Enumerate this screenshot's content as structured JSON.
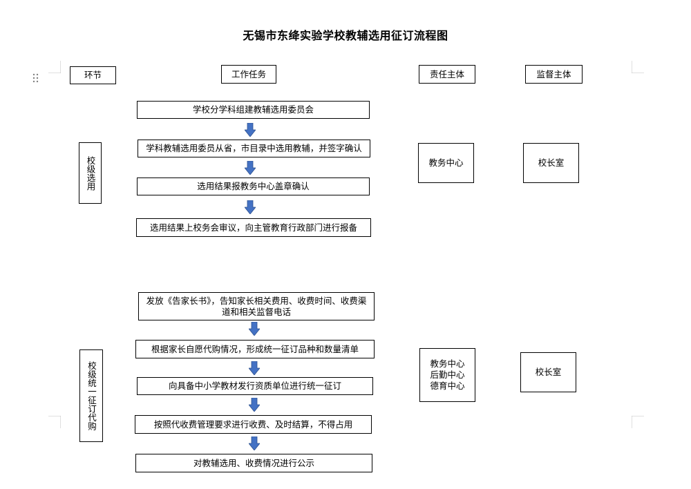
{
  "title": "无锡市东绛实验学校教辅选用征订流程图",
  "headers": {
    "stage": "环节",
    "task": "工作任务",
    "responsible": "责任主体",
    "supervisor": "监督主体"
  },
  "section1": {
    "label": "校级选用",
    "steps": [
      "学校分学科组建教辅选用委员会",
      "学科教辅选用委员从省，市目录中选用教辅，并签字确认",
      "选用结果报教务中心盖章确认",
      "选用结果上校务会审议，向主管教育行政部门进行报备"
    ],
    "responsible": "教务中心",
    "supervisor": "校长室"
  },
  "section2": {
    "label": "校级统一征订代购",
    "steps": [
      "发放《告家长书》，告知家长相关费用、收费时间、收费渠\n道和相关监督电话",
      "根据家长自愿代购情况，形成统一征订品种和数量清单",
      "向具备中小学教材发行资质单位进行统一征订",
      "按照代收费管理要求进行收费、及时结算，不得占用",
      "对教辅选用、收费情况进行公示"
    ],
    "responsible": "教务中心\n后勤中心\n德育中心",
    "supervisor": "校长室"
  },
  "colors": {
    "arrow": "#4472c4",
    "arrow_stroke": "#2f528f",
    "border": "#000000"
  }
}
